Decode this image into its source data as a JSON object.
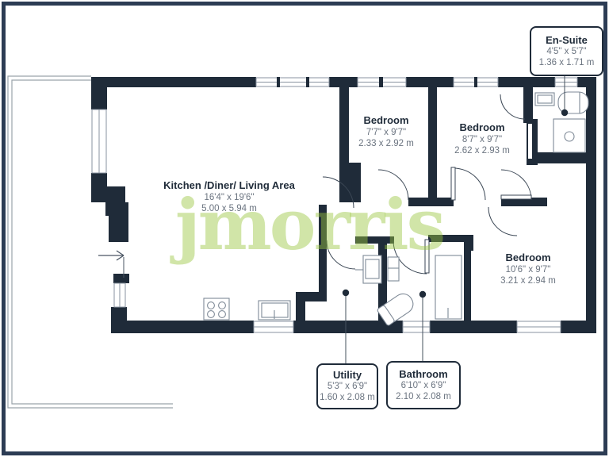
{
  "watermark": "jmorris",
  "colors": {
    "wall": "#1f2b39",
    "dim_text": "#6b7480",
    "title_text": "#1f2b39",
    "watermark_green": "#cde3a4",
    "frame": "#2c3c54"
  },
  "rooms": [
    {
      "id": "kitchen",
      "title": "Kitchen /Diner/ Living Area",
      "imperial": "16'4\" x 19'6\"",
      "metric": "5.00 x 5.94 m"
    },
    {
      "id": "bedroom1",
      "title": "Bedroom",
      "imperial": "7'7\" x 9'7\"",
      "metric": "2.33 x 2.92 m"
    },
    {
      "id": "bedroom2",
      "title": "Bedroom",
      "imperial": "8'7\" x 9'7\"",
      "metric": "2.62 x 2.93 m"
    },
    {
      "id": "bedroom3",
      "title": "Bedroom",
      "imperial": "10'6\" x 9'7\"",
      "metric": "3.21 x 2.94 m"
    }
  ],
  "callouts": [
    {
      "id": "ensuite",
      "title": "En-Suite",
      "imperial": "4'5\" x 5'7\"",
      "metric": "1.36 x 1.71 m"
    },
    {
      "id": "utility",
      "title": "Utility",
      "imperial": "5'3\" x 6'9\"",
      "metric": "1.60 x 2.08 m"
    },
    {
      "id": "bathroom",
      "title": "Bathroom",
      "imperial": "6'10\" x 6'9\"",
      "metric": "2.10 x 2.08 m"
    }
  ]
}
